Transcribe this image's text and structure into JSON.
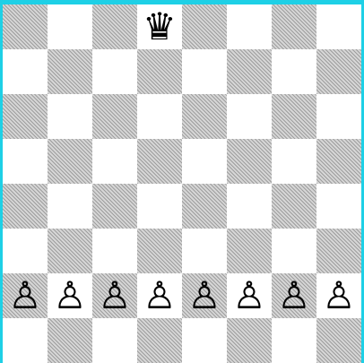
{
  "board": {
    "files": 8,
    "ranks": 8,
    "light_color": "#ffffff",
    "dark_color": "#c4c4c4",
    "frame_color": "#1ed0e6",
    "pieces": [
      {
        "square": "d8",
        "type": "queen",
        "color": "black",
        "glyph": "♛",
        "name": "black-queen-icon"
      },
      {
        "square": "a2",
        "type": "pawn",
        "color": "white",
        "glyph": "♙",
        "name": "white-pawn-icon"
      },
      {
        "square": "b2",
        "type": "pawn",
        "color": "white",
        "glyph": "♙",
        "name": "white-pawn-icon"
      },
      {
        "square": "c2",
        "type": "pawn",
        "color": "white",
        "glyph": "♙",
        "name": "white-pawn-icon"
      },
      {
        "square": "d2",
        "type": "pawn",
        "color": "white",
        "glyph": "♙",
        "name": "white-pawn-icon"
      },
      {
        "square": "e2",
        "type": "pawn",
        "color": "white",
        "glyph": "♙",
        "name": "white-pawn-icon"
      },
      {
        "square": "f2",
        "type": "pawn",
        "color": "white",
        "glyph": "♙",
        "name": "white-pawn-icon"
      },
      {
        "square": "g2",
        "type": "pawn",
        "color": "white",
        "glyph": "♙",
        "name": "white-pawn-icon"
      },
      {
        "square": "h2",
        "type": "pawn",
        "color": "white",
        "glyph": "♙",
        "name": "white-pawn-icon"
      }
    ]
  }
}
